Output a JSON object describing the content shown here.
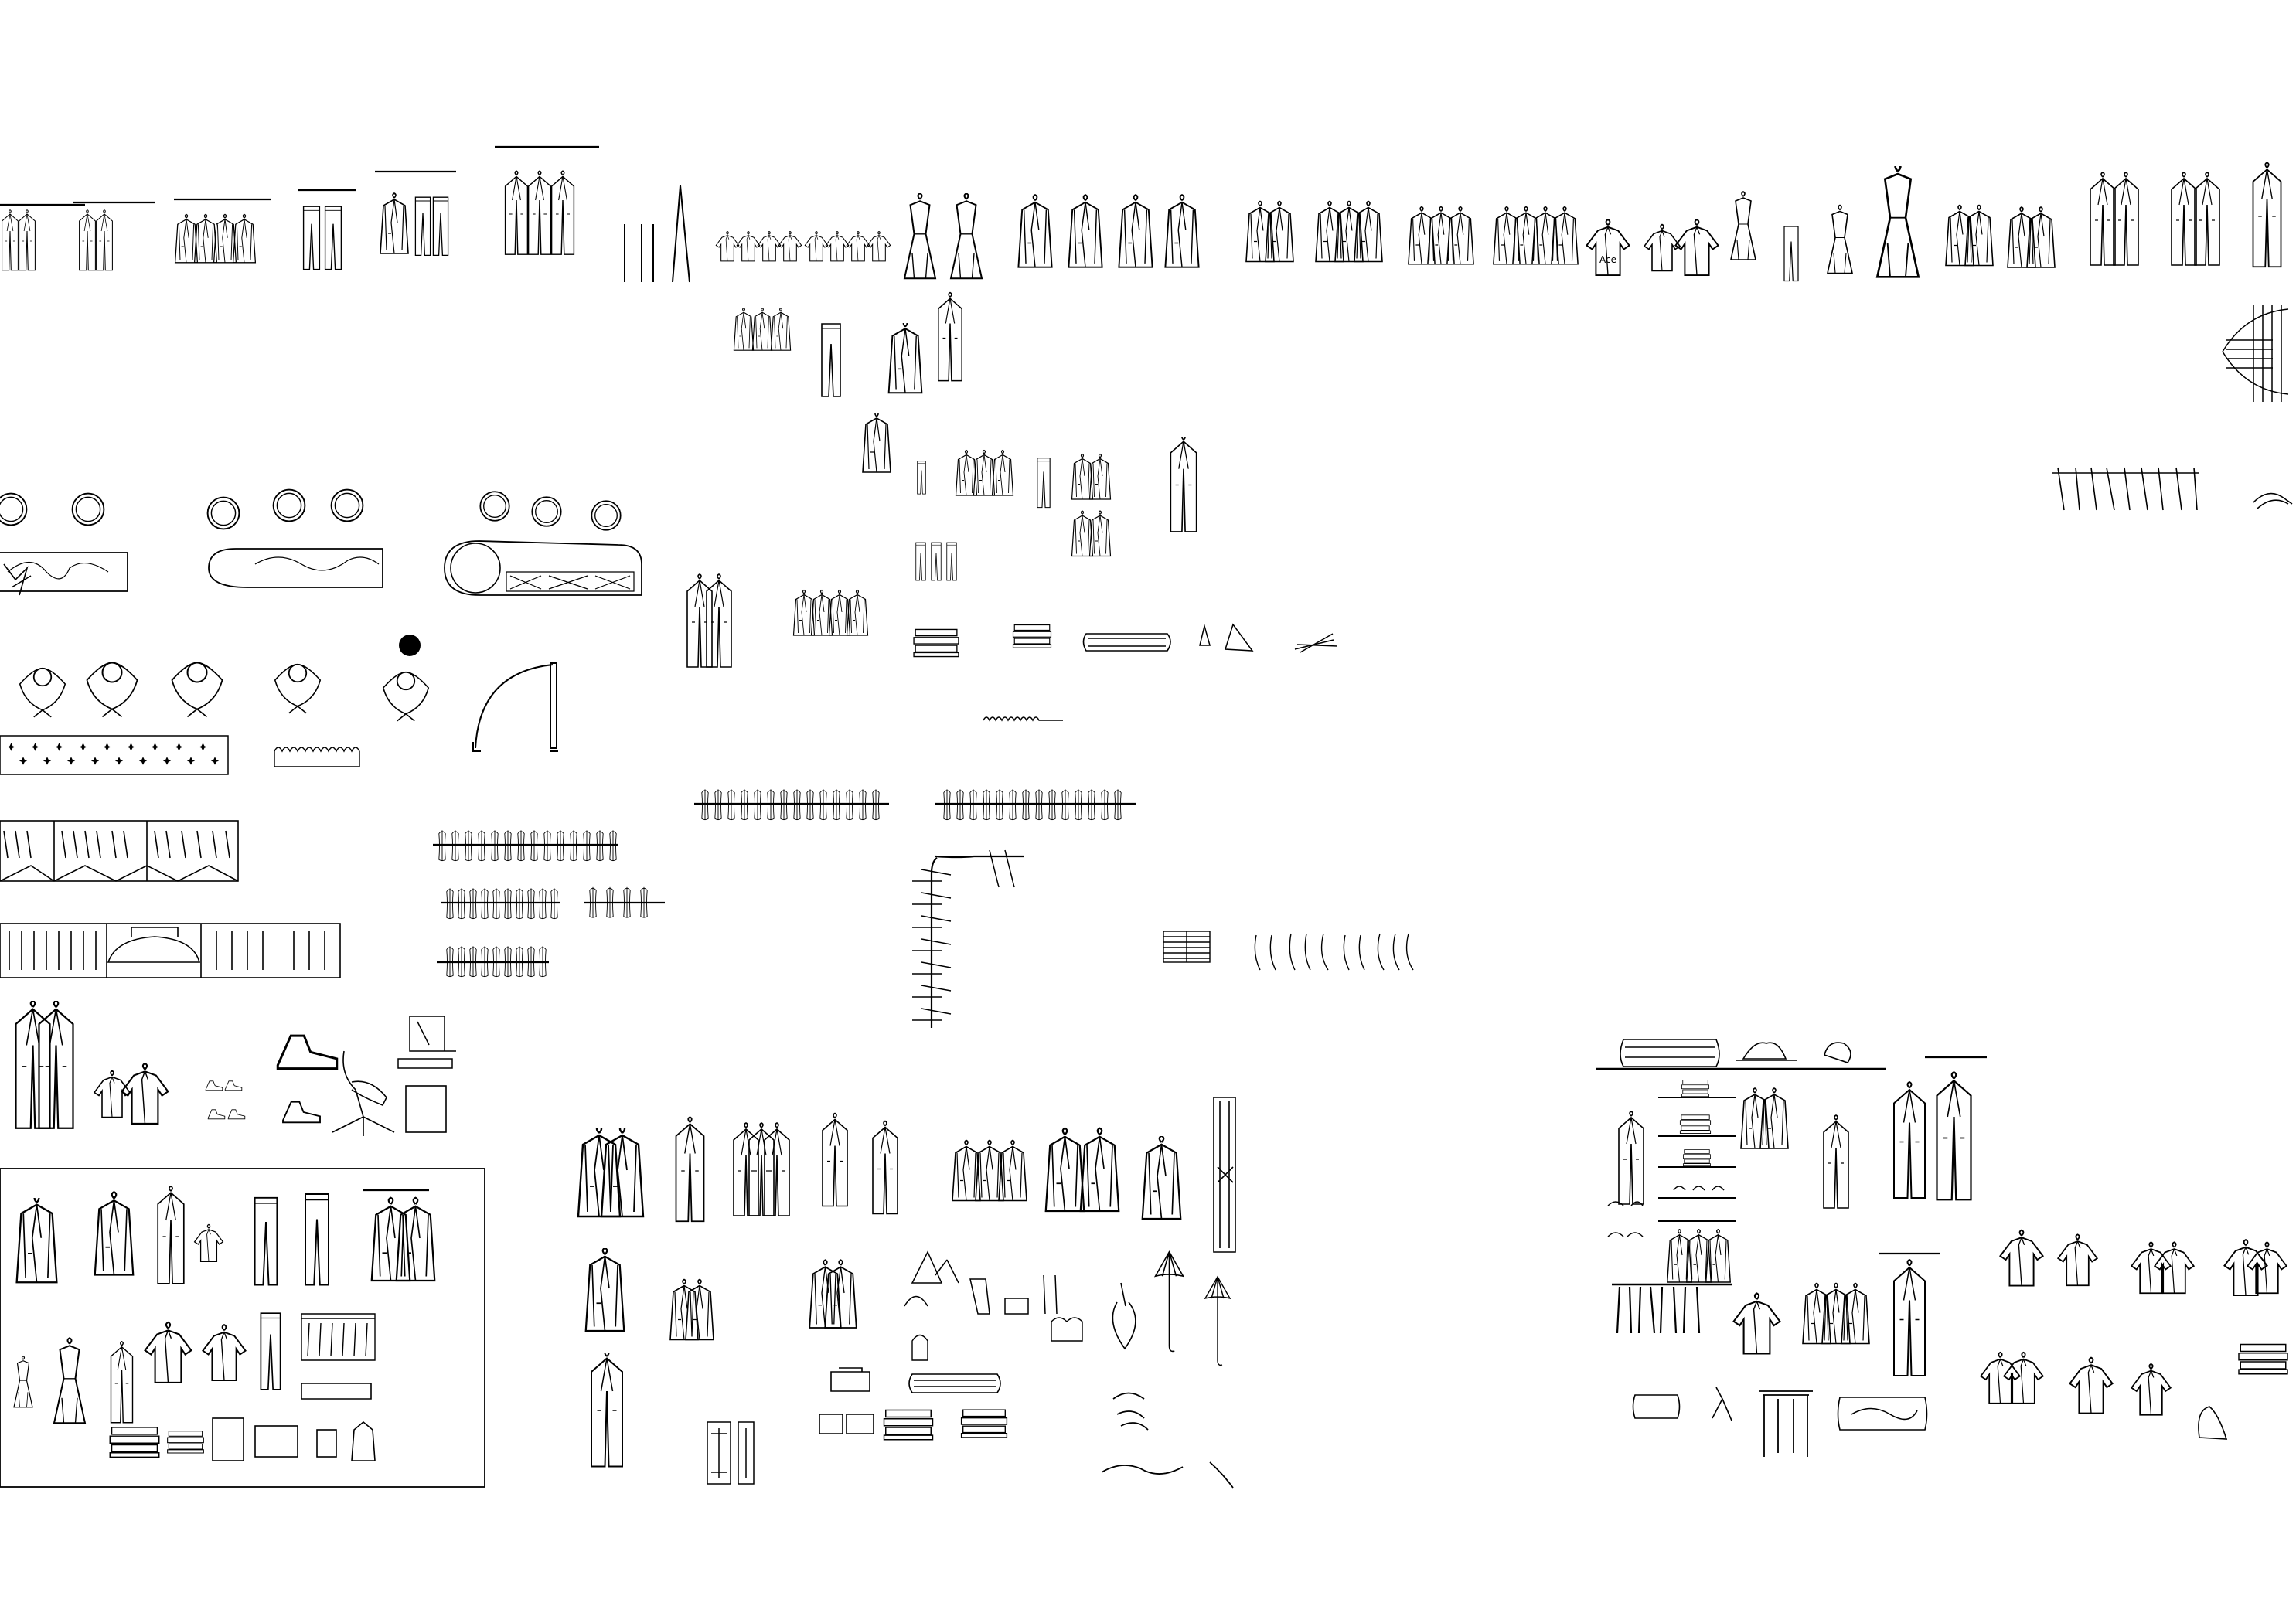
{
  "sheet": {
    "background": "#ffffff",
    "line_color": "#000000",
    "tee_logo": "Ace",
    "groups": [
      {
        "name": "top-hanging-garments",
        "icon": "hanging-garment-icon"
      },
      {
        "name": "planter-with-round-stools",
        "icon": "round-stool-icon"
      },
      {
        "name": "seated-people-plan",
        "icon": "person-plan-icon"
      },
      {
        "name": "door-swing",
        "icon": "door-swing-icon"
      },
      {
        "name": "ornament-strip",
        "icon": "ornament-icon"
      },
      {
        "name": "wardrobe-plan-racks",
        "icon": "wardrobe-rack-icon"
      },
      {
        "name": "hanger-rails",
        "icon": "hanger-icon"
      },
      {
        "name": "folded-stacks",
        "icon": "folded-clothes-icon"
      },
      {
        "name": "accessories-shoes-office",
        "icon": "shoe-icon"
      },
      {
        "name": "boxed-clothing-legend",
        "icon": "hanging-garment-icon"
      },
      {
        "name": "middle-hanging-garments",
        "icon": "hanging-garment-icon"
      },
      {
        "name": "umbrellas-bags",
        "icon": "umbrella-icon"
      },
      {
        "name": "closet-elevation",
        "icon": "closet-shelf-icon"
      },
      {
        "name": "shirts-on-hangers",
        "icon": "shirt-icon"
      }
    ]
  }
}
